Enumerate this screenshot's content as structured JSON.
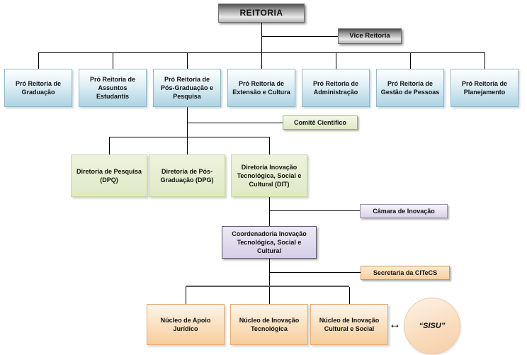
{
  "org": {
    "reitoria": "REITORIA",
    "vice_reitoria": "Vice Reitoria",
    "pro_reitorias": [
      "Pró Reitoria de Graduação",
      "Pró Reitoria de Assuntos Estudantis",
      "Pró Reitoria de Pós-Graduação e Pesquisa",
      "Pró Reitoria de Extensão e Cultura",
      "Pró Reitoria de Administração",
      "Pró Reitoria de Gestão de Pessoas",
      "Pró Reitoria de Planejamento"
    ],
    "comite": "Comitê Cientifico",
    "diretorias": [
      "Diretoria de Pesquisa (DPQ)",
      "Diretoria de Pós-Graduação (DPG)",
      "Diretoria Inovação Tecnológica, Social e Cultural (DIT)"
    ],
    "camara": "Câmara de Inovação",
    "coordenadoria": "Coordenadoria Inovação Tecnológica, Social e Cultural",
    "secretaria": "Secretaria da CITeCS",
    "nucleos": [
      "Núcleo de Apoio Jurídico",
      "Núcleo de Inovação Tecnológica",
      "Núcleo de Inovação Cultural e Social"
    ],
    "sisu": "“SISU”",
    "link_arrow": "↔"
  },
  "colors": {
    "root_box": "#9a9a9a",
    "pro_reitoria_box": "#aed3e2",
    "diretoria_box": "#e3ecce",
    "coordenadoria_box": "#d6cee6",
    "nucleo_box": "#f6cd9c",
    "connector": "#000000"
  }
}
